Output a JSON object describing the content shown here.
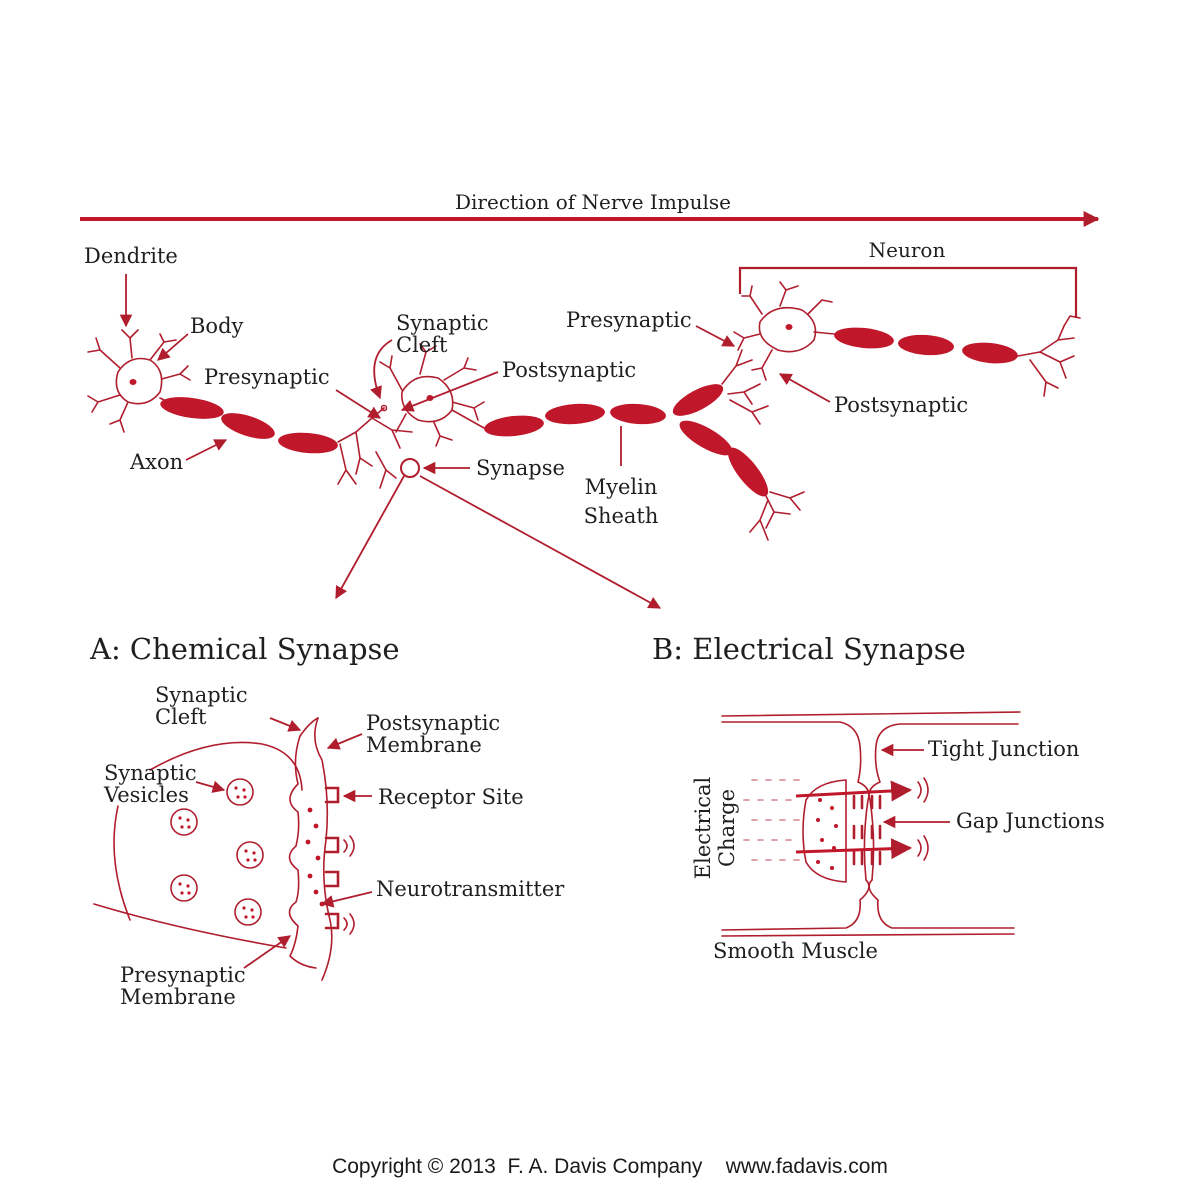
{
  "colors": {
    "accent": "#c0172b",
    "line": "#b01e2e",
    "text": "#1f1f1f"
  },
  "top": {
    "direction": "Direction of Nerve Impulse",
    "dendrite": "Dendrite",
    "body": "Body",
    "axon": "Axon",
    "presynaptic_1": "Presynaptic",
    "synaptic_cleft_1": "Synaptic",
    "synaptic_cleft_2": "Cleft",
    "postsynaptic_1": "Postsynaptic",
    "synapse": "Synapse",
    "myelin_1": "Myelin",
    "myelin_2": "Sheath",
    "presynaptic_2": "Presynaptic",
    "postsynaptic_2": "Postsynaptic",
    "neuron": "Neuron"
  },
  "chemical": {
    "heading": "A: Chemical Synapse",
    "synaptic_cleft_1": "Synaptic",
    "synaptic_cleft_2": "Cleft",
    "postsynaptic_membrane_1": "Postsynaptic",
    "postsynaptic_membrane_2": "Membrane",
    "synaptic_vesicles_1": "Synaptic",
    "synaptic_vesicles_2": "Vesicles",
    "receptor_site": "Receptor Site",
    "neurotransmitter": "Neurotransmitter",
    "presynaptic_membrane_1": "Presynaptic",
    "presynaptic_membrane_2": "Membrane"
  },
  "electrical": {
    "heading": "B: Electrical Synapse",
    "tight_junction": "Tight Junction",
    "gap_junctions": "Gap Junctions",
    "electrical_charge_1": "Electrical",
    "electrical_charge_2": "Charge",
    "smooth_muscle": "Smooth Muscle"
  },
  "copyright": "Copyright © 2013  F. A. Davis Company    www.fadavis.com"
}
